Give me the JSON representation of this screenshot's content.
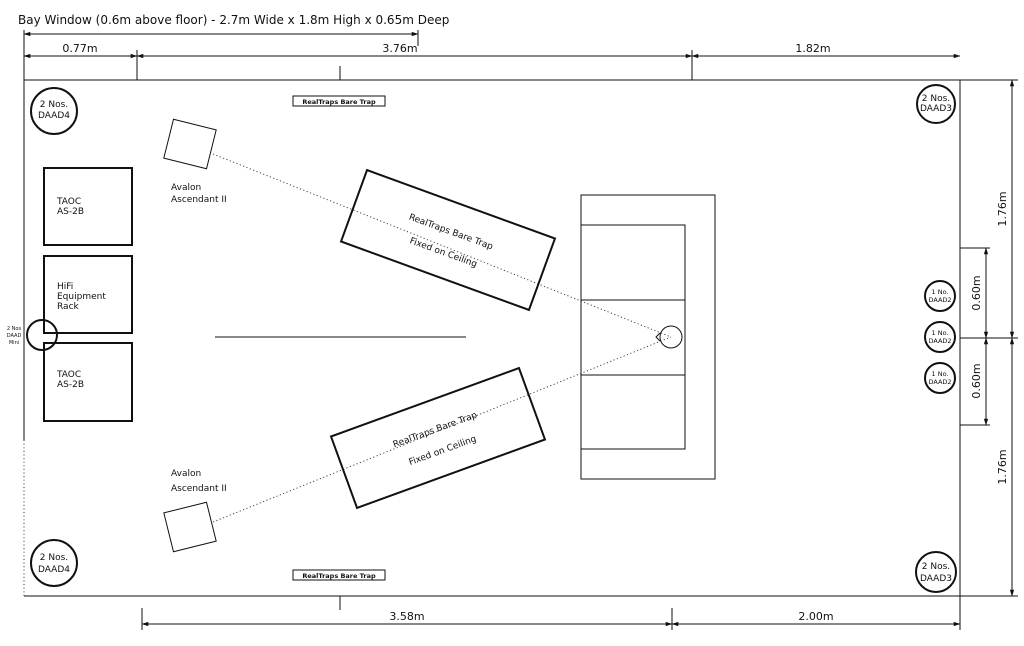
{
  "title": "Bay Window (0.6m above floor) - 2.7m Wide x 1.8m High x 0.65m Deep",
  "dimensions": {
    "top_left": "0.77m",
    "top_middle": "3.76m",
    "top_right": "1.82m",
    "bottom_left": "3.58m",
    "bottom_right": "2.00m",
    "right_upper": "1.76m",
    "right_lower": "1.76m",
    "inner_upper": "0.60m",
    "inner_lower": "0.60m"
  },
  "traps": {
    "top_left": {
      "line1": "2 Nos.",
      "line2": "DAAD4"
    },
    "bottom_left": {
      "line1": "2 Nos.",
      "line2": "DAAD4"
    },
    "top_right": {
      "line1": "2 Nos.",
      "line2": "DAAD3"
    },
    "bottom_right": {
      "line1": "2 Nos.",
      "line2": "DAAD3"
    },
    "mini": {
      "line1": "2 Nos",
      "line2": "DAAD",
      "line3": "Mini"
    },
    "daad2": [
      {
        "line1": "1 No.",
        "line2": "DAAD2"
      },
      {
        "line1": "1 No.",
        "line2": "DAAD2"
      },
      {
        "line1": "1 No.",
        "line2": "DAAD2"
      }
    ]
  },
  "strip_traps": {
    "top": "RealTraps Bare Trap",
    "bottom": "RealTraps Bare Trap"
  },
  "ceiling_traps": {
    "upper": {
      "line1": "RealTraps Bare Trap",
      "line2": "Fixed on Ceiling"
    },
    "lower": {
      "line1": "RealTraps Bare Trap",
      "line2": "Fixed on Ceiling"
    }
  },
  "speakers": {
    "upper": {
      "line1": "Avalon",
      "line2": "Ascendant II"
    },
    "lower": {
      "line1": "Avalon",
      "line2": "Ascendant II"
    }
  },
  "equipment": {
    "sub_top": {
      "line1": "TAOC",
      "line2": "AS-2B"
    },
    "rack": {
      "line1": "HiFi",
      "line2": "Equipment",
      "line3": "Rack"
    },
    "sub_bottom": {
      "line1": "TAOC",
      "line2": "AS-2B"
    }
  }
}
